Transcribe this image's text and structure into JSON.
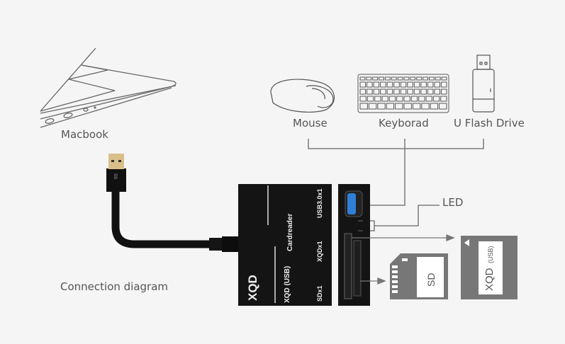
{
  "labels": {
    "macbook": "Macbook",
    "mouse": "Mouse",
    "keyboard": "Keyborad",
    "flash_drive": "U Flash Drive",
    "led": "LED",
    "connection_diagram": "Connection diagram"
  },
  "device": {
    "brand": "XQD",
    "model": "XQD (USB)",
    "type": "Cardreader",
    "ports": [
      "USB3.0x1",
      "XQDx1",
      "SDx1"
    ]
  },
  "cards": {
    "sd": "SD",
    "xqd": "XQD",
    "xqd_sub": "(USB)"
  },
  "colors": {
    "line": "#666666",
    "device": "#1a1a1a",
    "usb_blue": "#2f7fd6",
    "card_gray": "#777777"
  }
}
